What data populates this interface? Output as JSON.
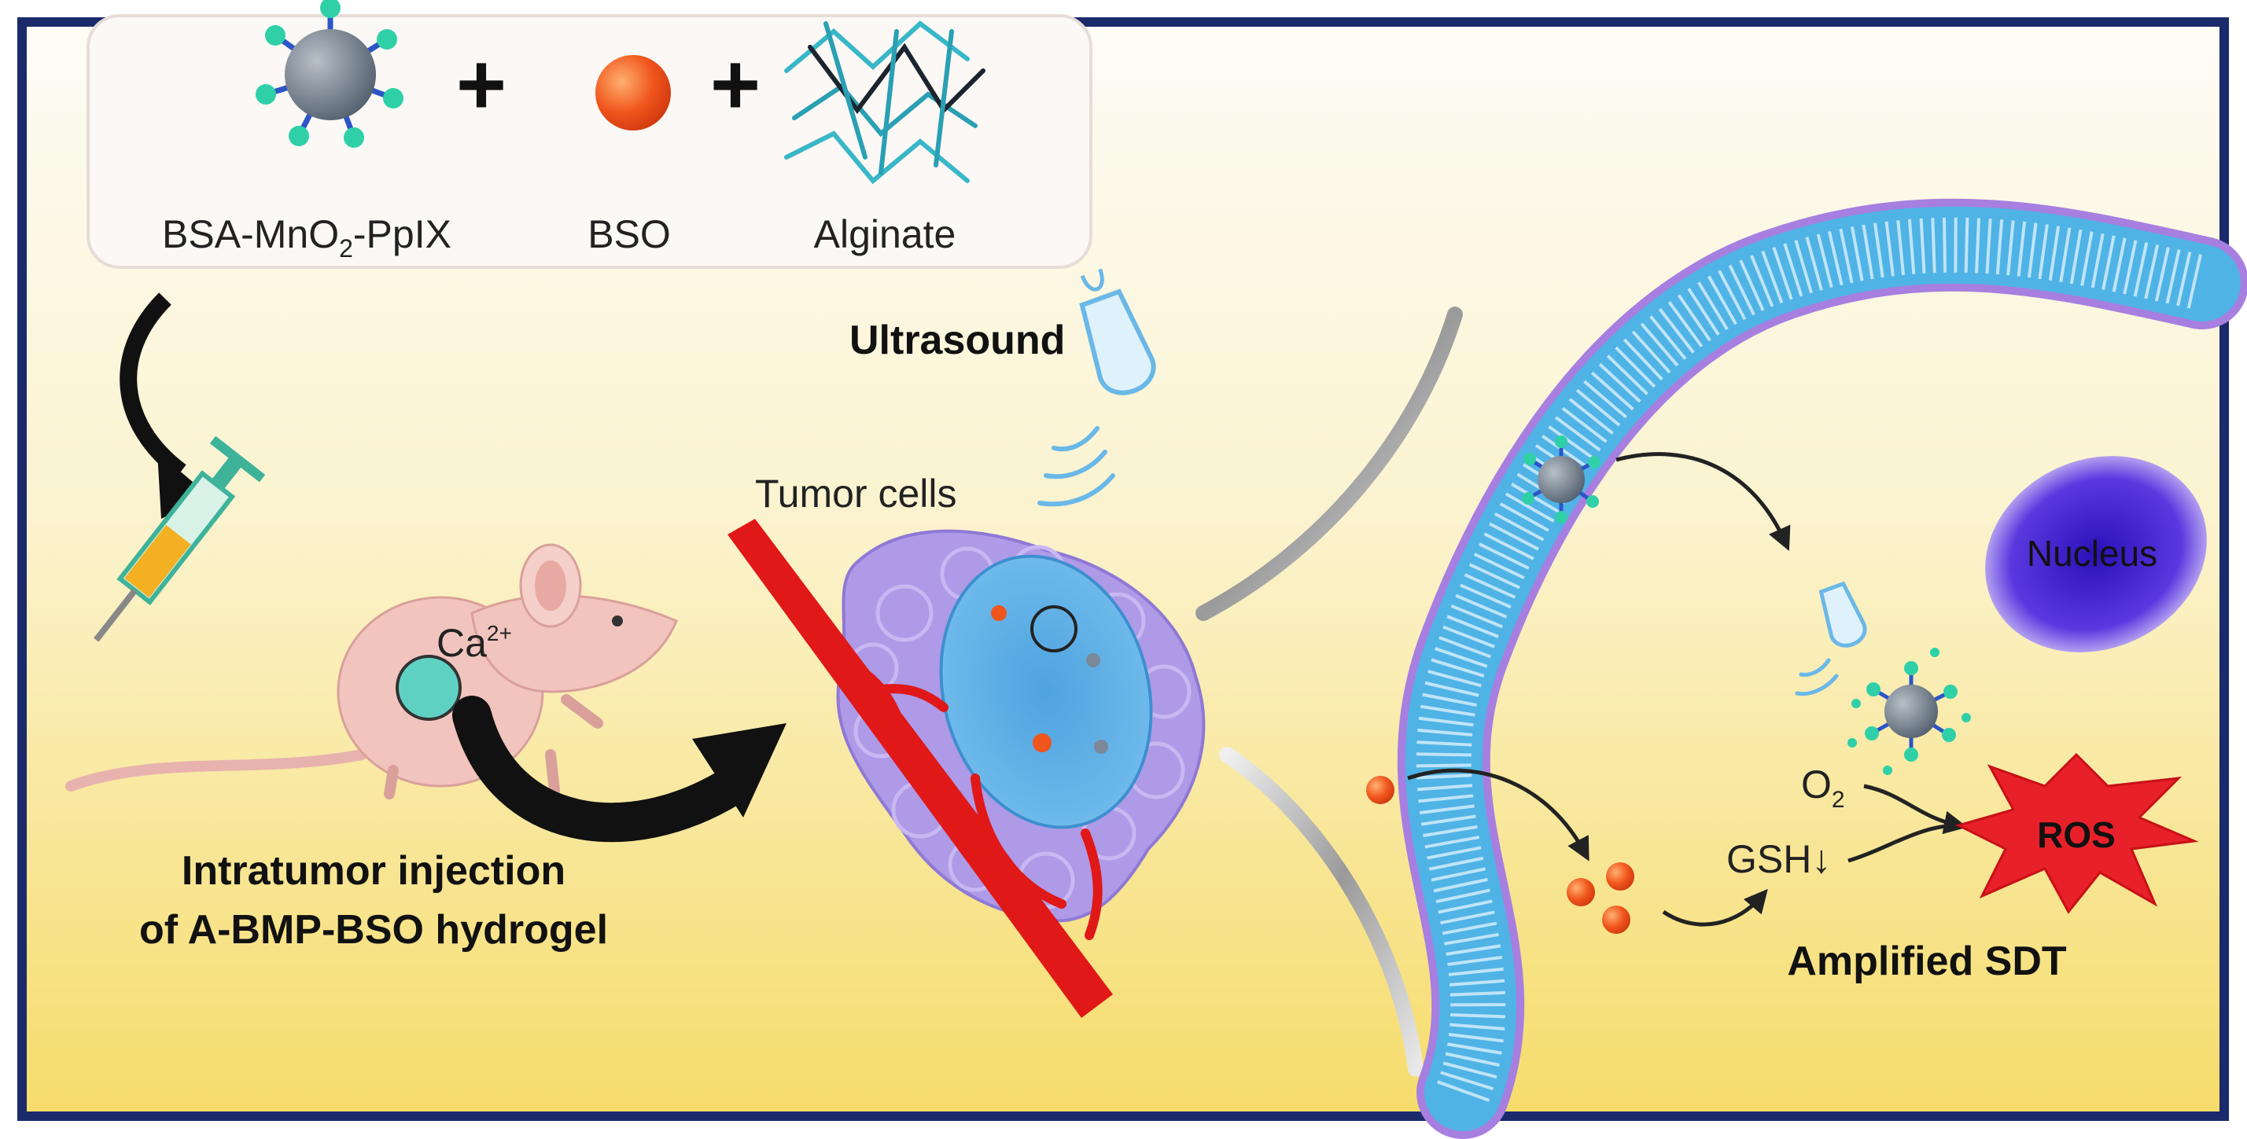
{
  "components": {
    "item1_label": "BSA-MnO",
    "item1_sub": "2",
    "item1_suffix": "-PpIX",
    "item2_label": "BSO",
    "item3_label": "Alginate",
    "plus": "+"
  },
  "labels": {
    "ultrasound": "Ultrasound",
    "tumor_cells": "Tumor cells",
    "calcium": "Ca",
    "calcium_sup": "2+",
    "injection_line1": "Intratumor injection",
    "injection_line2": "of A-BMP-BSO hydrogel",
    "nucleus": "Nucleus",
    "o2": "O",
    "o2_sub": "2",
    "gsh": "GSH↓",
    "ros": "ROS",
    "amplified": "Amplified SDT"
  },
  "colors": {
    "border": "#1b2a6b",
    "background_top": "#fdfbf4",
    "background_bottom": "#f8e07a",
    "vessel": "#e01818",
    "tumor": "#a38fe0",
    "membrane": "#4fb3e6",
    "membrane_edge": "#a77fe0",
    "nucleus": "#3a1ec8",
    "ros": "#e8202a",
    "bso": "#f05a1f"
  }
}
